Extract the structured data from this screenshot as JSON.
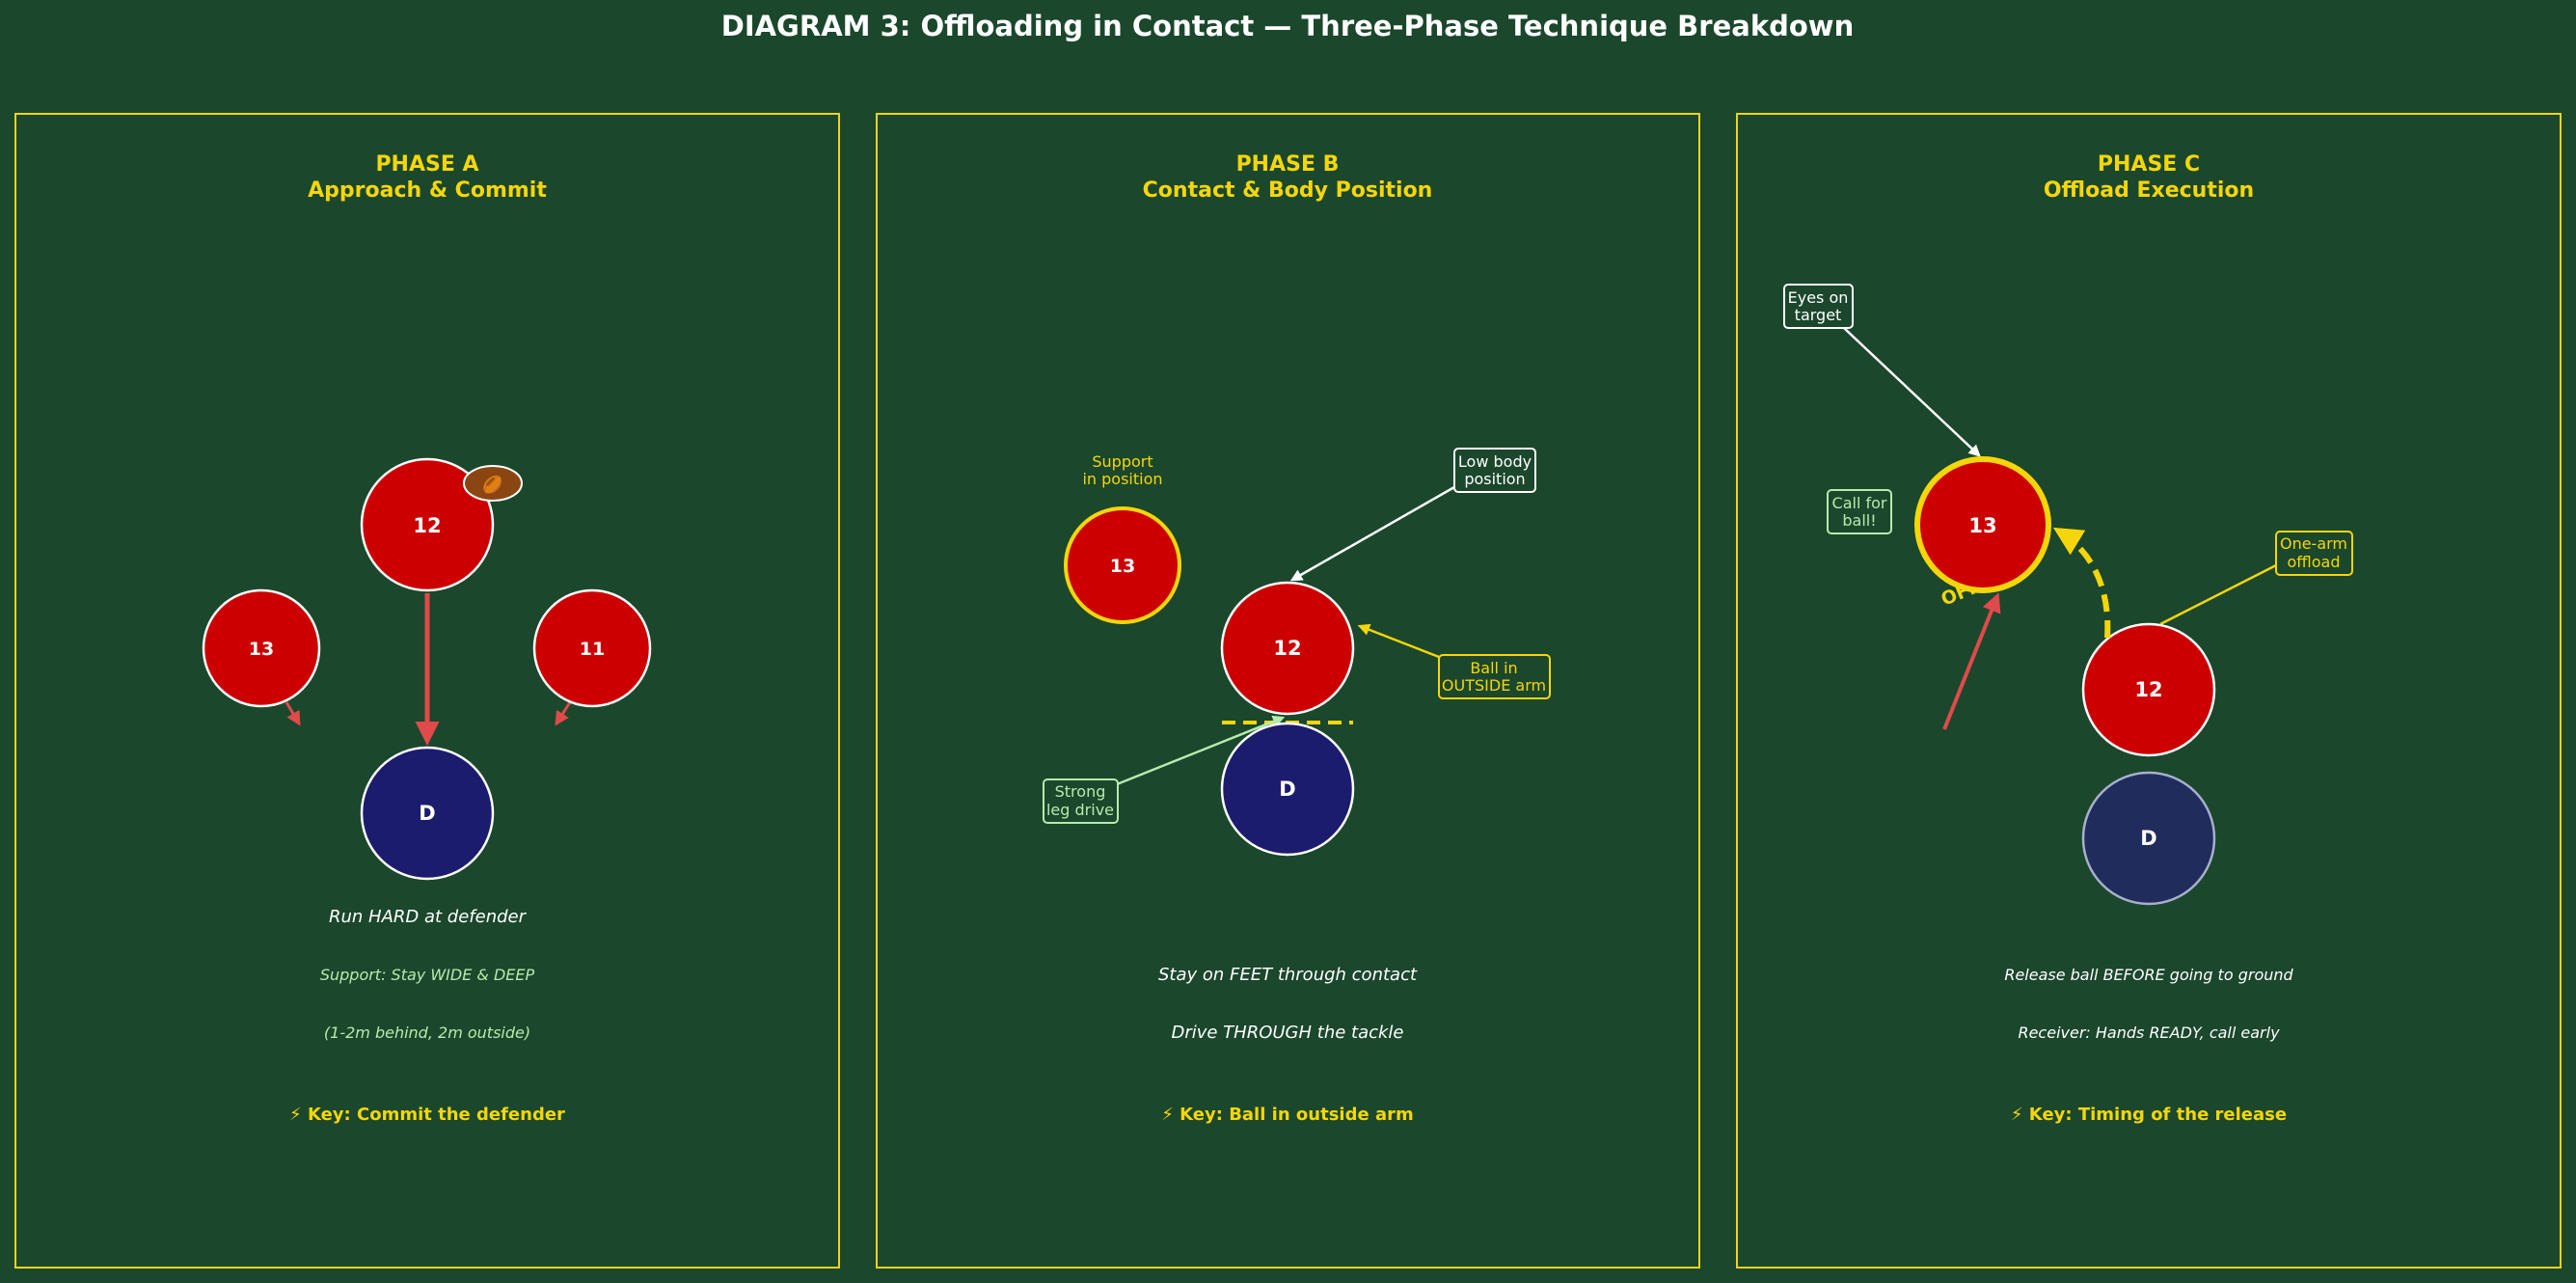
{
  "title": "DIAGRAM 3: Offloading in Contact — Three-Phase Technique Breakdown",
  "colors": {
    "background": "#1b472c",
    "panel_border": "#f2d21b",
    "attacker": "#cc0000",
    "defender": "#1c1c6e",
    "defender_faded": "#1f2c5c",
    "highlight": "#f5d60a",
    "arrow_red": "#e04a4a",
    "label_green": "#b5ecab",
    "text_white": "#ffffff"
  },
  "panels": [
    {
      "id": "a",
      "phase": "PHASE A",
      "subtitle": "Approach & Commit",
      "players": [
        {
          "id": "12",
          "label": "12",
          "role": "attacker",
          "has_ball": true
        },
        {
          "id": "13",
          "label": "13",
          "role": "attacker"
        },
        {
          "id": "11",
          "label": "11",
          "role": "attacker"
        },
        {
          "id": "d",
          "label": "D",
          "role": "defender"
        }
      ],
      "ball_icon": "rugby-ball-icon",
      "ball_glyph": "🏉",
      "notes": [
        "Run HARD at defender",
        "Support: Stay WIDE & DEEP",
        "(1-2m behind, 2m outside)"
      ],
      "key": "⚡ Key: Commit the defender"
    },
    {
      "id": "b",
      "phase": "PHASE B",
      "subtitle": "Contact & Body Position",
      "players": [
        {
          "id": "13",
          "label": "13",
          "role": "support"
        },
        {
          "id": "12",
          "label": "12",
          "role": "attacker"
        },
        {
          "id": "d",
          "label": "D",
          "role": "defender"
        }
      ],
      "support_label": [
        "Support",
        "in position"
      ],
      "callouts": [
        {
          "id": "low-body",
          "lines": [
            "Low body",
            "position"
          ],
          "style": "white"
        },
        {
          "id": "ball-outside",
          "lines": [
            "Ball in",
            "OUTSIDE arm"
          ],
          "style": "yellow"
        },
        {
          "id": "leg-drive",
          "lines": [
            "Strong",
            "leg drive"
          ],
          "style": "green"
        }
      ],
      "notes": [
        "Stay on FEET through contact",
        "Drive THROUGH the tackle"
      ],
      "key": "⚡ Key: Ball in outside arm"
    },
    {
      "id": "c",
      "phase": "PHASE C",
      "subtitle": "Offload Execution",
      "players": [
        {
          "id": "13",
          "label": "13",
          "role": "receiver"
        },
        {
          "id": "12",
          "label": "12",
          "role": "attacker"
        },
        {
          "id": "d",
          "label": "D",
          "role": "defender_faded"
        }
      ],
      "callouts": [
        {
          "id": "eyes",
          "lines": [
            "Eyes on",
            "target"
          ],
          "style": "white"
        },
        {
          "id": "call",
          "lines": [
            "Call for",
            "ball!"
          ],
          "style": "green"
        },
        {
          "id": "one-arm",
          "lines": [
            "One-arm",
            "offload"
          ],
          "style": "yellow"
        }
      ],
      "pass_label": "OFFLOAD",
      "notes": [
        "Release ball BEFORE going to ground",
        "Receiver: Hands READY, call early"
      ],
      "key": "⚡ Key: Timing of the release"
    }
  ]
}
